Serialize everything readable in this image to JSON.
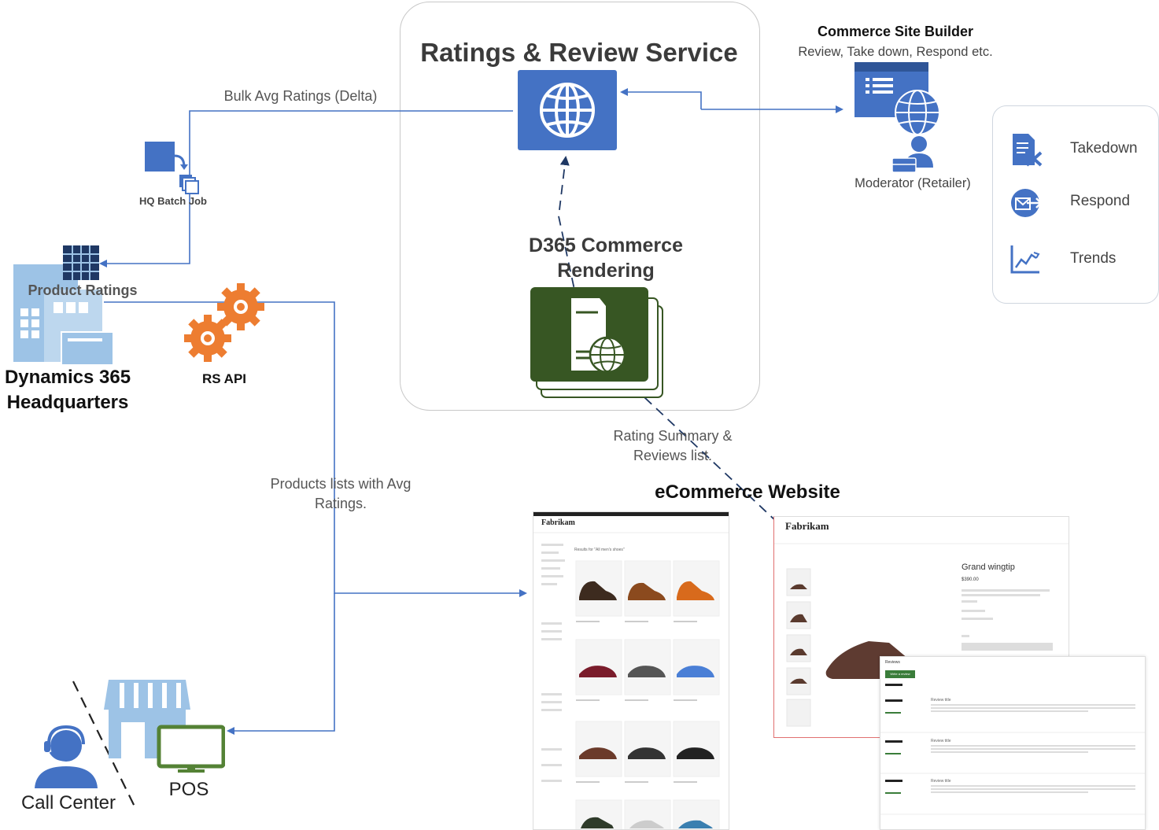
{
  "service": {
    "title": "Ratings & Review Service",
    "rendering": "D365 Commerce\nRendering"
  },
  "site_builder": {
    "title": "Commerce Site Builder",
    "subtitle": "Review, Take down, Respond etc.",
    "moderator": "Moderator (Retailer)"
  },
  "actions": [
    {
      "label": "Takedown",
      "icon": "takedown-icon"
    },
    {
      "label": "Respond",
      "icon": "respond-icon"
    },
    {
      "label": "Trends",
      "icon": "trends-icon"
    }
  ],
  "flows": {
    "bulk": "Bulk Avg Ratings (Delta)",
    "batch": "HQ Batch Job",
    "products_list": "Products lists with Avg\nRatings.",
    "rating_summary": "Rating Summary &\nReviews list."
  },
  "hq": {
    "product_ratings": "Product Ratings",
    "title": "Dynamics 365\nHeadquarters"
  },
  "rs_api": "RS API",
  "ecommerce": {
    "title": "eCommerce Website",
    "brand": "Fabrikam",
    "product_name": "Grand wingtip",
    "price": "$390.00",
    "reviews_heading": "Reviews",
    "write_review": "Write a review",
    "review_title": "Review title",
    "results": "Results for \"All men's shoes\""
  },
  "channels": {
    "call_center": "Call Center",
    "pos": "POS"
  },
  "colors": {
    "blue": "#4472c4",
    "orange": "#ed7d31",
    "green": "#375623",
    "navy": "#1f3864",
    "light_blue": "#9dc3e6",
    "pos_green": "#548235"
  }
}
